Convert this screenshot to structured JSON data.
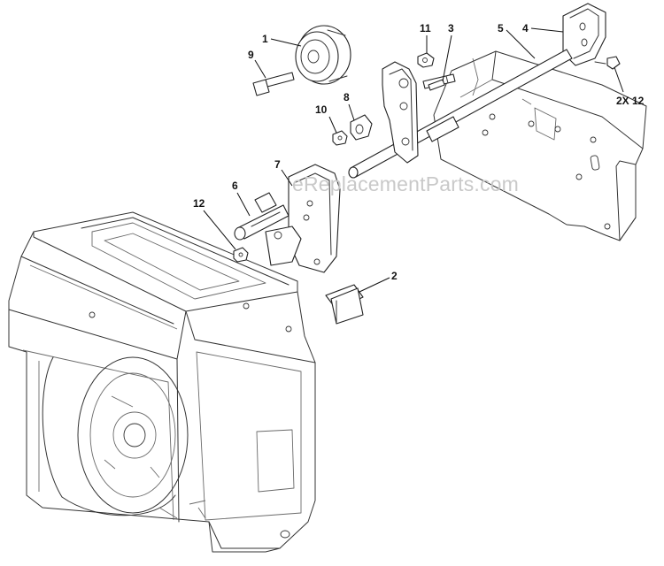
{
  "watermark": "eReplacementParts.com",
  "callouts": {
    "c1": "1",
    "c2": "2",
    "c3": "3",
    "c4": "4",
    "c5": "5",
    "c6": "6",
    "c7": "7",
    "c8": "8",
    "c9": "9",
    "c10": "10",
    "c11": "11",
    "c12": "12",
    "qty": "2X 12"
  }
}
